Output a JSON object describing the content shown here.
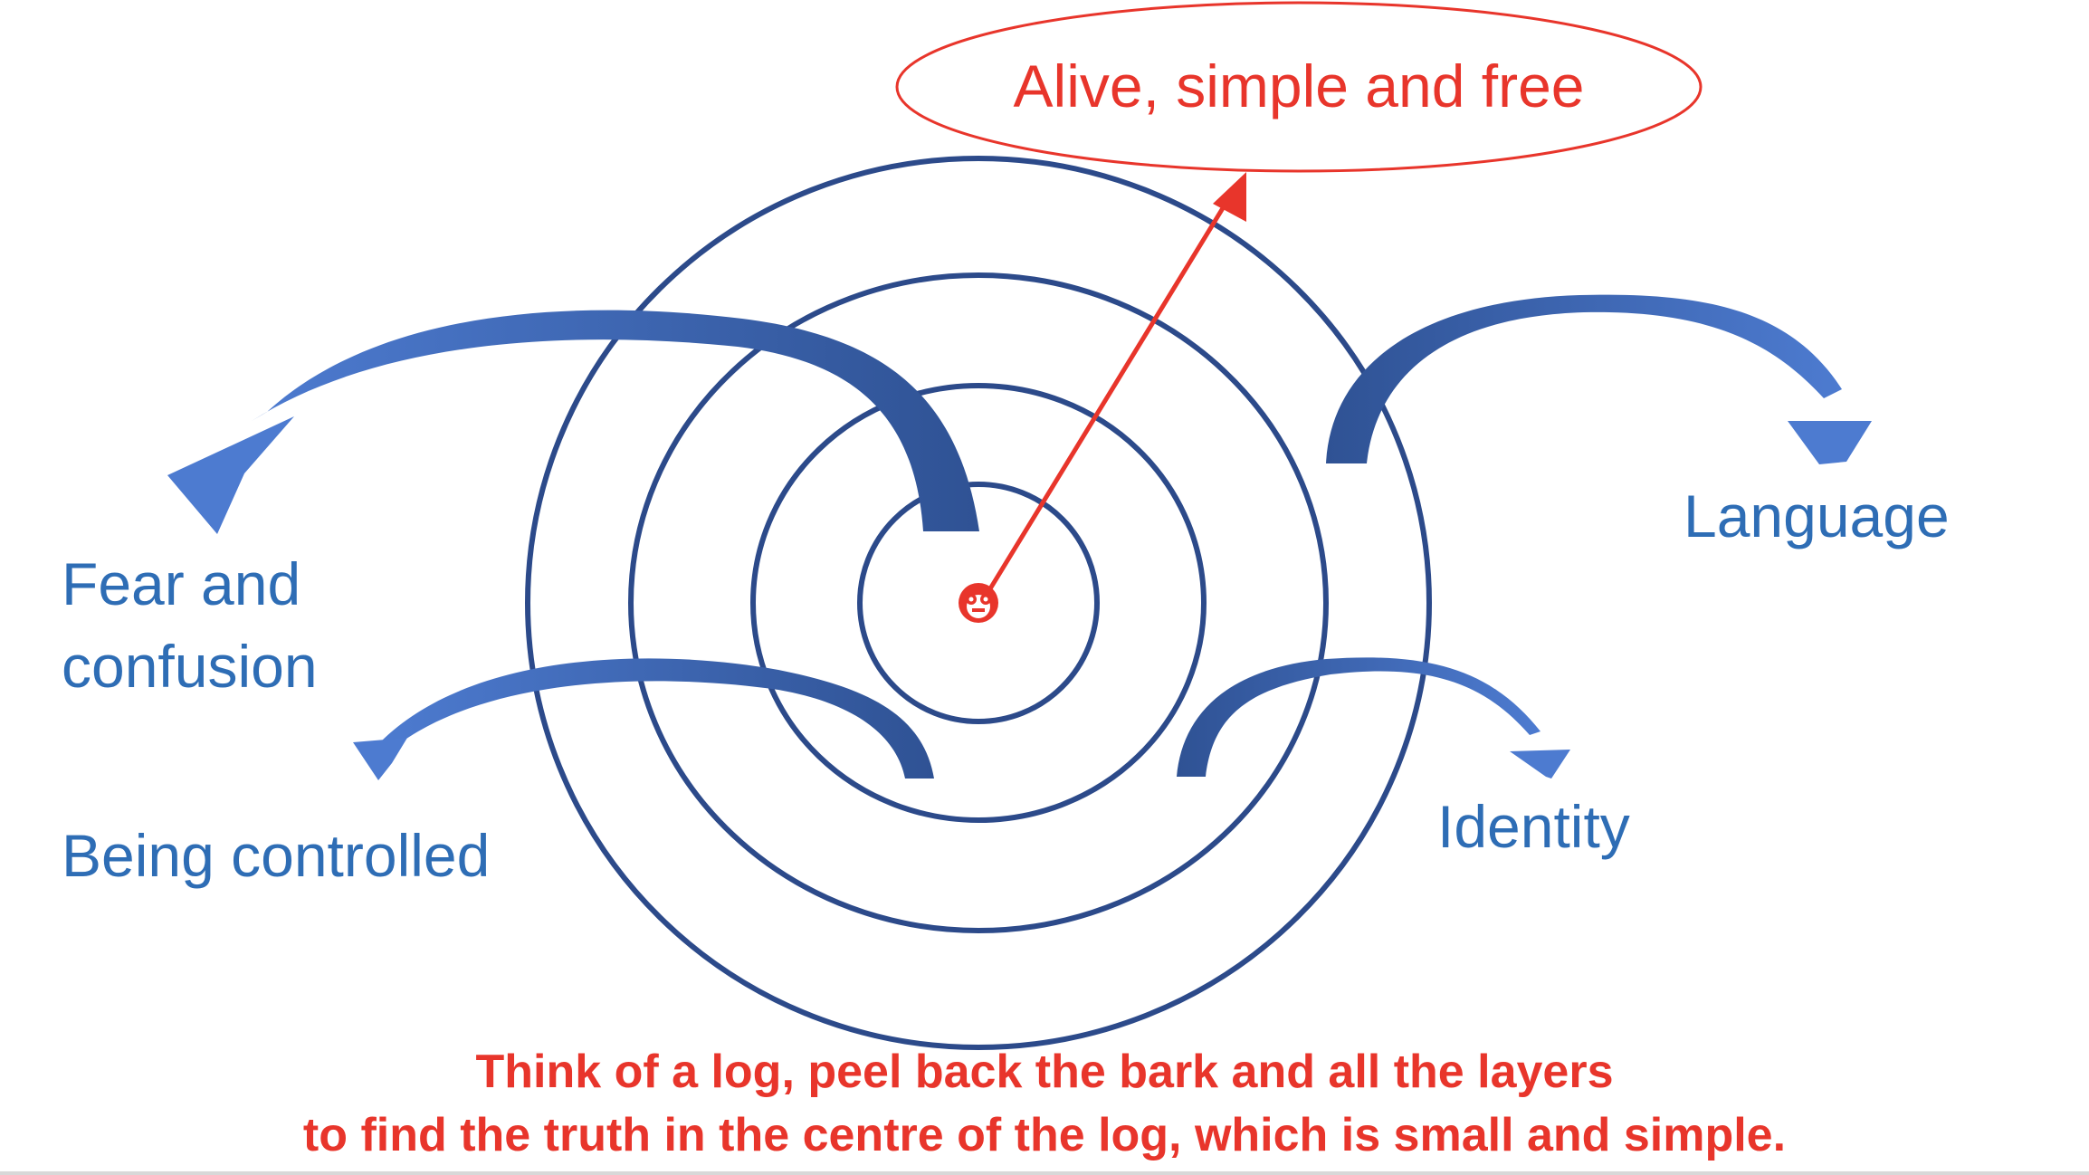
{
  "diagram": {
    "top_label": "Alive, simple and free",
    "layers": [
      {
        "label": "Fear and",
        "label_line2": "confusion"
      },
      {
        "label": "Being controlled"
      },
      {
        "label": "Language"
      },
      {
        "label": "Identity"
      }
    ],
    "caption_line1": "Think of a log, peel back the bark and all the layers",
    "caption_line2": "to find the truth in the centre of the log, which is small and simple."
  },
  "colors": {
    "ring": "#2c4a8a",
    "arrow_dark": "#3a5fa0",
    "arrow_light": "#4a76c4",
    "label_blue": "#2e6db5",
    "accent_red": "#e8352b"
  },
  "icons": {
    "center": "face-icon"
  }
}
